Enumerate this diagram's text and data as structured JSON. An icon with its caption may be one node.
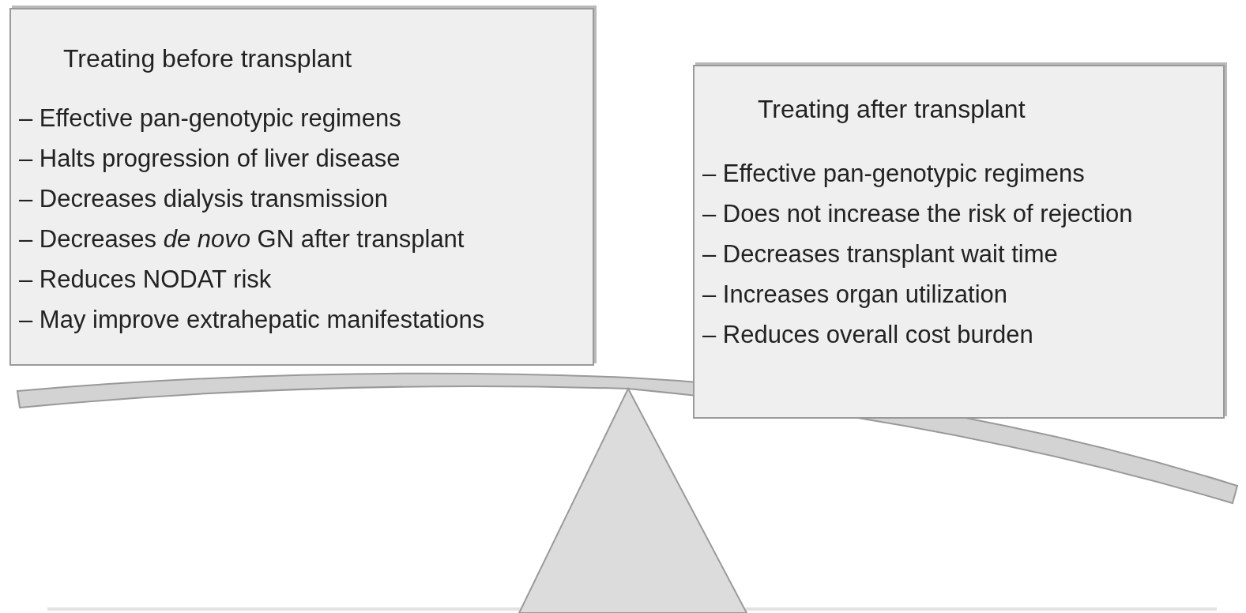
{
  "diagram": {
    "nodes": [
      {
        "text": [
          "Treating before transplant",
          "– Effective pan-genotypic regimens",
          "– Halts progression of liver disease",
          "– Decreases dialysis transmission",
          "– Decreases *de novo* GN after transplant",
          "– Reduces NODAT risk",
          "– May improve extrahepatic manifestations"
        ]
      },
      {
        "text": [
          "Treating after transplant",
          "– Effective pan-genotypic regimens",
          "– Does not increase the risk of rejection",
          "– Decreases transplant wait time",
          "– Increases organ utilization",
          "– Reduces overall cost burden"
        ]
      }
    ]
  }
}
